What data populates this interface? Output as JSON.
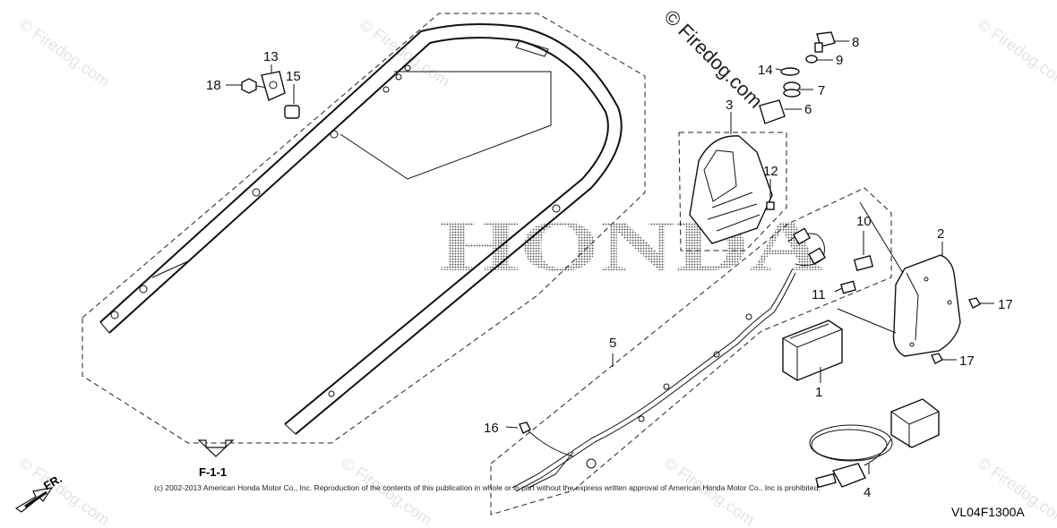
{
  "watermark": {
    "text": "© Firedog.com",
    "center_text": "© Firedog.com"
  },
  "brand_text": "HONDA",
  "copyright": "(c) 2002-2013 American Honda Motor Co., Inc. Reproduction of the contents of this publication in whole or in part without the express written approval of American Honda Motor Co., Inc is prohibited.",
  "diagram_code": "VL04F1300A",
  "reference": "F-1-1",
  "direction_label": "FR.",
  "callouts": {
    "c1": "1",
    "c2": "2",
    "c3": "3",
    "c4": "4",
    "c5": "5",
    "c6": "6",
    "c7": "7",
    "c8": "8",
    "c9": "9",
    "c10": "10",
    "c11": "11",
    "c12": "12",
    "c13": "13",
    "c14": "14",
    "c15": "15",
    "c16": "16",
    "c17a": "17",
    "c17b": "17",
    "c18": "18"
  },
  "colors": {
    "line": "#111111",
    "watermark": "#e3e3e3",
    "background": "#ffffff"
  }
}
